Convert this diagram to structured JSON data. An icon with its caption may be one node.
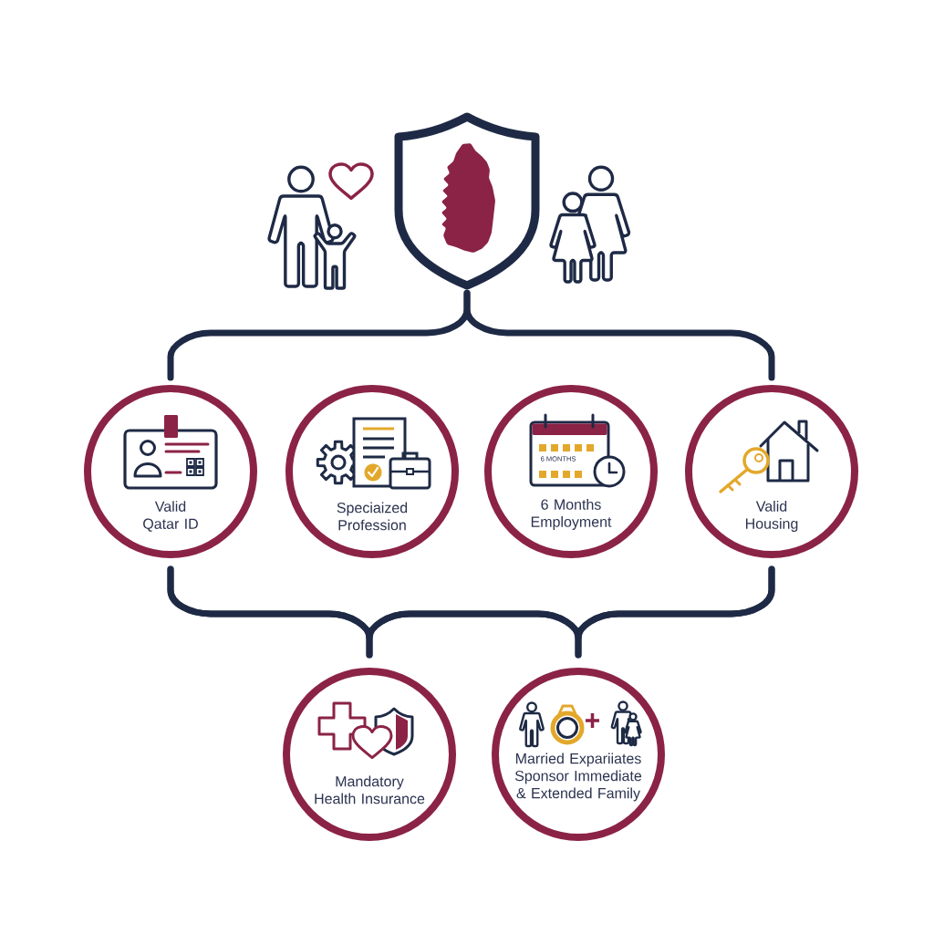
{
  "diagram": {
    "nodes": [
      {
        "text": [],
        "shape": "shield"
      },
      {
        "text": [
          "Valid Qatar ID"
        ]
      },
      {
        "text": [
          "Speciaized Profession"
        ]
      },
      {
        "text": [
          "6 MONTHS",
          "6 Months Employment"
        ]
      },
      {
        "text": [
          "Valid Housing"
        ]
      },
      {
        "text": [
          "Mandatory Health Insurance"
        ]
      },
      {
        "text": [
          "Married Expariiates Sponsor Immediate & Extended Family"
        ]
      }
    ],
    "edges": [
      {
        "from": 0,
        "to": 1,
        "arrow": "none"
      },
      {
        "from": 0,
        "to": 4,
        "arrow": "none"
      },
      {
        "from": 1,
        "to": 5,
        "arrow": "none"
      },
      {
        "from": 1,
        "to": 6,
        "arrow": "none"
      },
      {
        "from": 4,
        "to": 5,
        "arrow": "none"
      },
      {
        "from": 4,
        "to": 6,
        "arrow": "none"
      }
    ]
  }
}
